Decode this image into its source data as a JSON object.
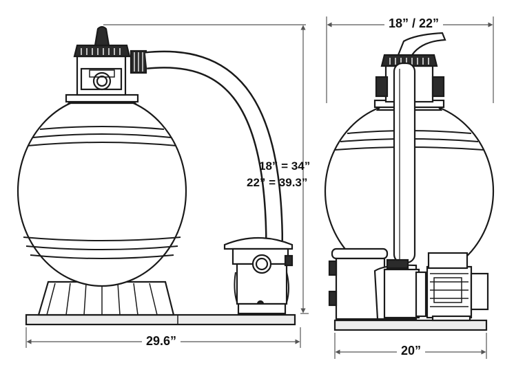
{
  "labels": {
    "left_width": "29.6”",
    "height_18": "18” = 34”",
    "height_22": "22” = 39.3”",
    "top_width": "18” / 22”",
    "right_width": "20”"
  },
  "colors": {
    "line": "#1a1a1a",
    "body_fill": "#ffffff",
    "dark_part": "#2b2b2b",
    "base_fill": "#e9e9e9"
  }
}
